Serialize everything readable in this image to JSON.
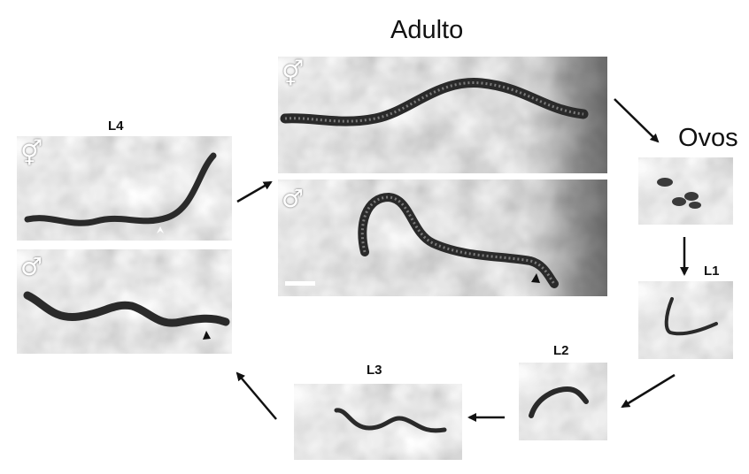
{
  "title": "Adulto",
  "stages": {
    "ovos": "Ovos",
    "l1": "L1",
    "l2": "L2",
    "l3": "L3",
    "l4": "L4"
  },
  "symbols": {
    "hermaphrodite": "⚥",
    "male": "♂"
  },
  "colors": {
    "arrow": "#111111",
    "worm": "#2a2a2a",
    "background_panel": "#bdbdbd"
  }
}
